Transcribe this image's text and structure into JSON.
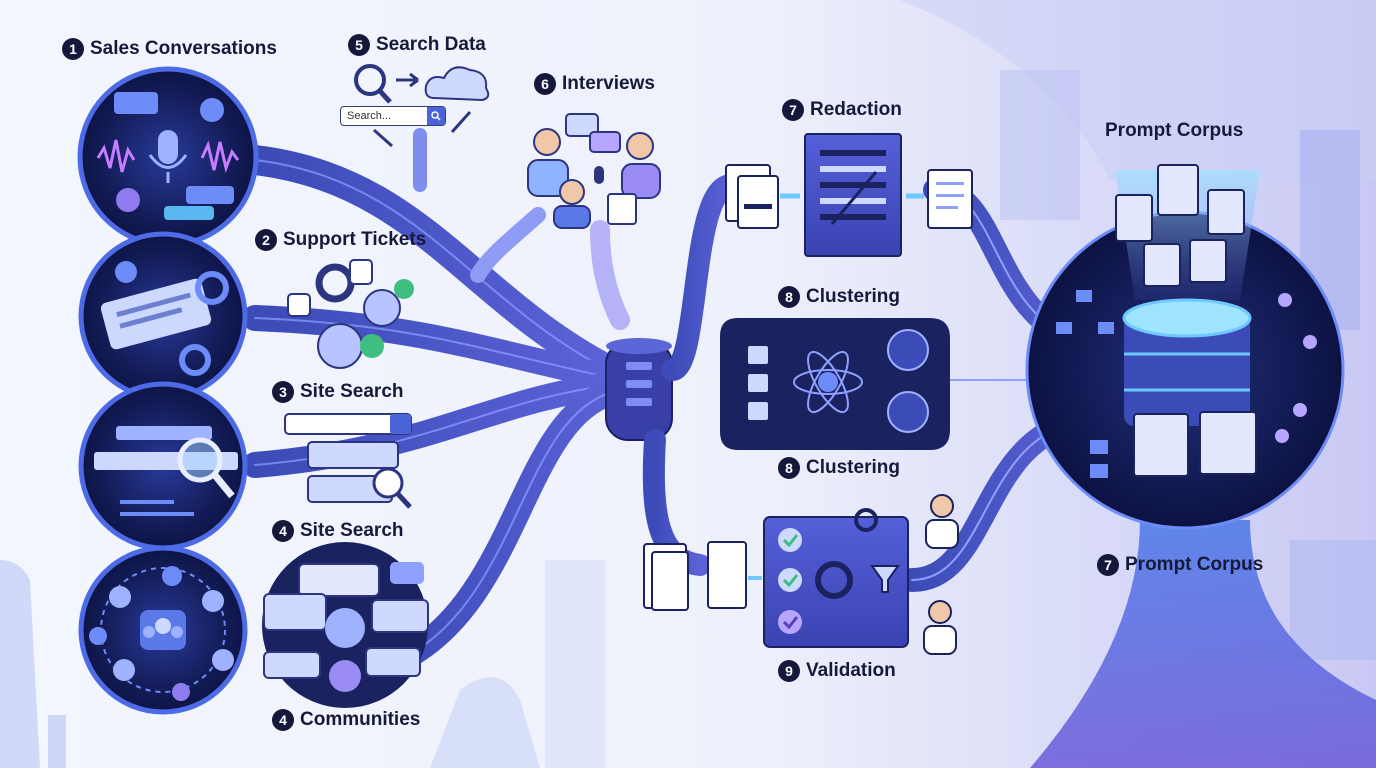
{
  "labels": {
    "sales": "Sales Conversations",
    "support": "Support Tickets",
    "site_search_a": "Site Search",
    "site_search_b": "Site Search",
    "communities": "Communities",
    "search_data": "Search Data",
    "interviews": "Interviews",
    "redaction": "Redaction",
    "clustering_a": "Clustering",
    "clustering_b": "Clustering",
    "validation": "Validation",
    "prompt_corpus_a": "Prompt Corpus",
    "prompt_corpus_b": "Prompt Corpus"
  },
  "numbers": {
    "sales": "1",
    "support": "2",
    "site_search_a": "3",
    "site_search_b": "4",
    "communities": "4",
    "search_data": "5",
    "interviews": "6",
    "redaction": "7",
    "clustering_a": "8",
    "clustering_b": "8",
    "validation": "9",
    "prompt_corpus_b": "7"
  },
  "search_widget": {
    "placeholder": "Search..."
  },
  "colors": {
    "navy": "#1b2260",
    "flow": "#4a55c7",
    "flow_light": "#8fa0ff",
    "glow": "#6ec8ff",
    "accent_green": "#3fbf7f",
    "panel": "#6d6fe0"
  },
  "icons": {
    "sales": "microphone-icon",
    "support": "ticket-icon",
    "site_search": "magnifier-icon",
    "communities": "network-icon",
    "search_data": "cloud-question-icon",
    "interviews": "people-talking-icon",
    "redaction": "redacted-document-icon",
    "clustering": "atom-icon",
    "validation": "checklist-icon",
    "prompt_corpus": "database-icon"
  }
}
